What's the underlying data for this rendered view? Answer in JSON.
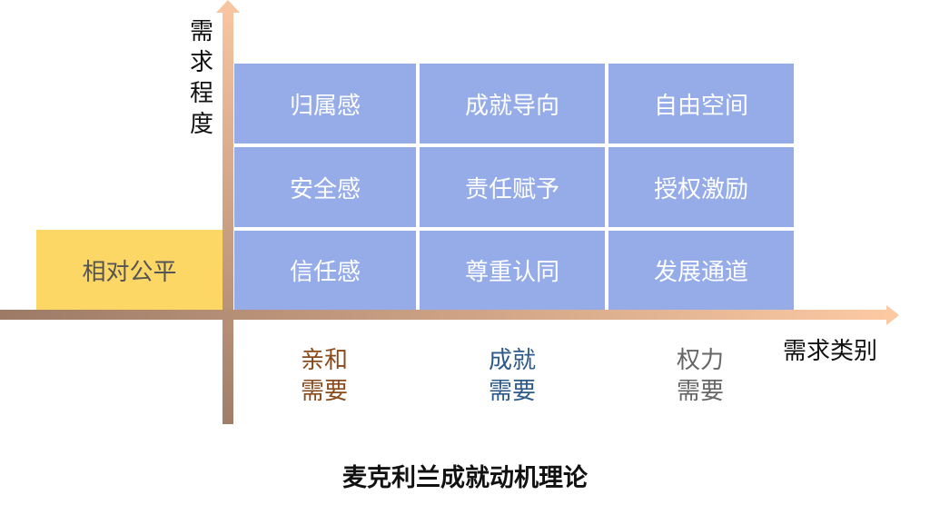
{
  "axes": {
    "y_label": "需求程度",
    "x_label": "需求类别"
  },
  "grid": [
    [
      "归属感",
      "成就导向",
      "自由空间"
    ],
    [
      "安全感",
      "责任赋予",
      "授权激励"
    ],
    [
      "信任感",
      "尊重认同",
      "发展通道"
    ]
  ],
  "baseline_box": "相对公平",
  "categories": [
    {
      "line1": "亲和",
      "line2": "需要",
      "color": "#8a4a1c"
    },
    {
      "line1": "成就",
      "line2": "需要",
      "color": "#2e5a8a"
    },
    {
      "line1": "权力",
      "line2": "需要",
      "color": "#666666"
    }
  ],
  "title": "麦克利兰成就动机理论",
  "colors": {
    "cell": "#95ace9",
    "baseline": "#fcd766"
  }
}
